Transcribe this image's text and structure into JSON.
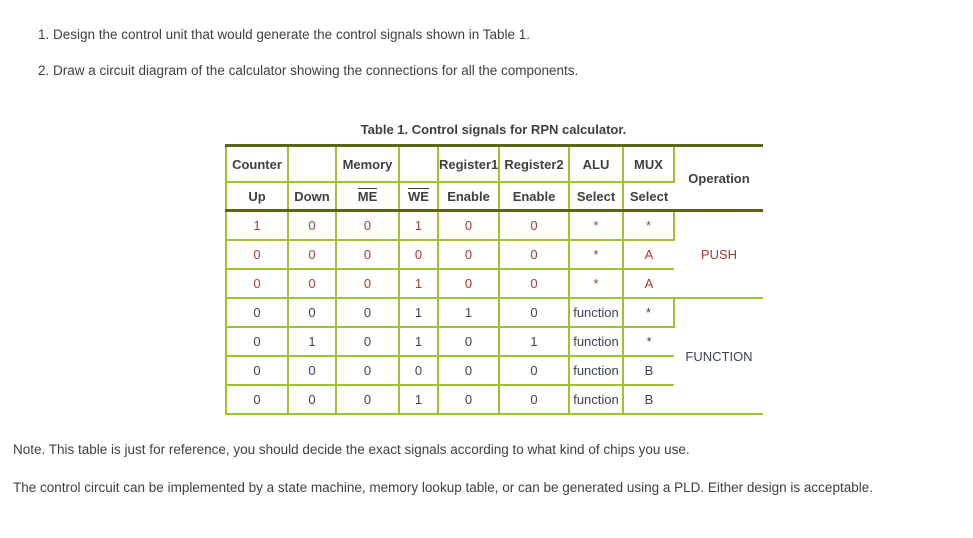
{
  "page": {
    "instructions": [
      "1. Design the control unit that would generate the control signals shown in Table 1.",
      "2. Draw a circuit diagram of the calculator showing the connections for all the components."
    ],
    "note": "Note. This table is just for reference, you should decide the exact signals according to what kind of chips you use.",
    "footer": "The control circuit can be implemented by a state machine, memory lookup table, or can be generated using a PLD. Either design is acceptable."
  },
  "table": {
    "title": "Table 1. Control signals for RPN calculator.",
    "column_groups": [
      "Counter",
      "",
      "Memory",
      "",
      "Register1",
      "Register2",
      "ALU",
      "MUX"
    ],
    "columns": [
      "Up",
      "Down",
      "ME",
      "WE",
      "Enable",
      "Enable",
      "Select",
      "Select"
    ],
    "active_low_columns": [
      "ME",
      "WE"
    ],
    "operation_header": "Operation",
    "rows": [
      [
        "1",
        "0",
        "0",
        "1",
        "0",
        "0",
        "*",
        "*"
      ],
      [
        "0",
        "0",
        "0",
        "0",
        "0",
        "0",
        "*",
        "A"
      ],
      [
        "0",
        "0",
        "0",
        "1",
        "0",
        "0",
        "*",
        "A"
      ],
      [
        "0",
        "0",
        "0",
        "1",
        "1",
        "0",
        "function",
        "*"
      ],
      [
        "0",
        "1",
        "0",
        "1",
        "0",
        "1",
        "function",
        "*"
      ],
      [
        "0",
        "0",
        "0",
        "0",
        "0",
        "0",
        "function",
        "B"
      ],
      [
        "0",
        "0",
        "0",
        "1",
        "0",
        "0",
        "function",
        "B"
      ]
    ],
    "operations": [
      {
        "label": "PUSH",
        "rows": "1-3"
      },
      {
        "label": "FUNCTION",
        "rows": "4-7"
      }
    ],
    "colors": {
      "grid_line": "#9dc42f",
      "frame_line": "#5a6613",
      "push_group_value": "#a33d33",
      "function_group_value": "#3d4257",
      "text": "#3f3f3f"
    }
  }
}
